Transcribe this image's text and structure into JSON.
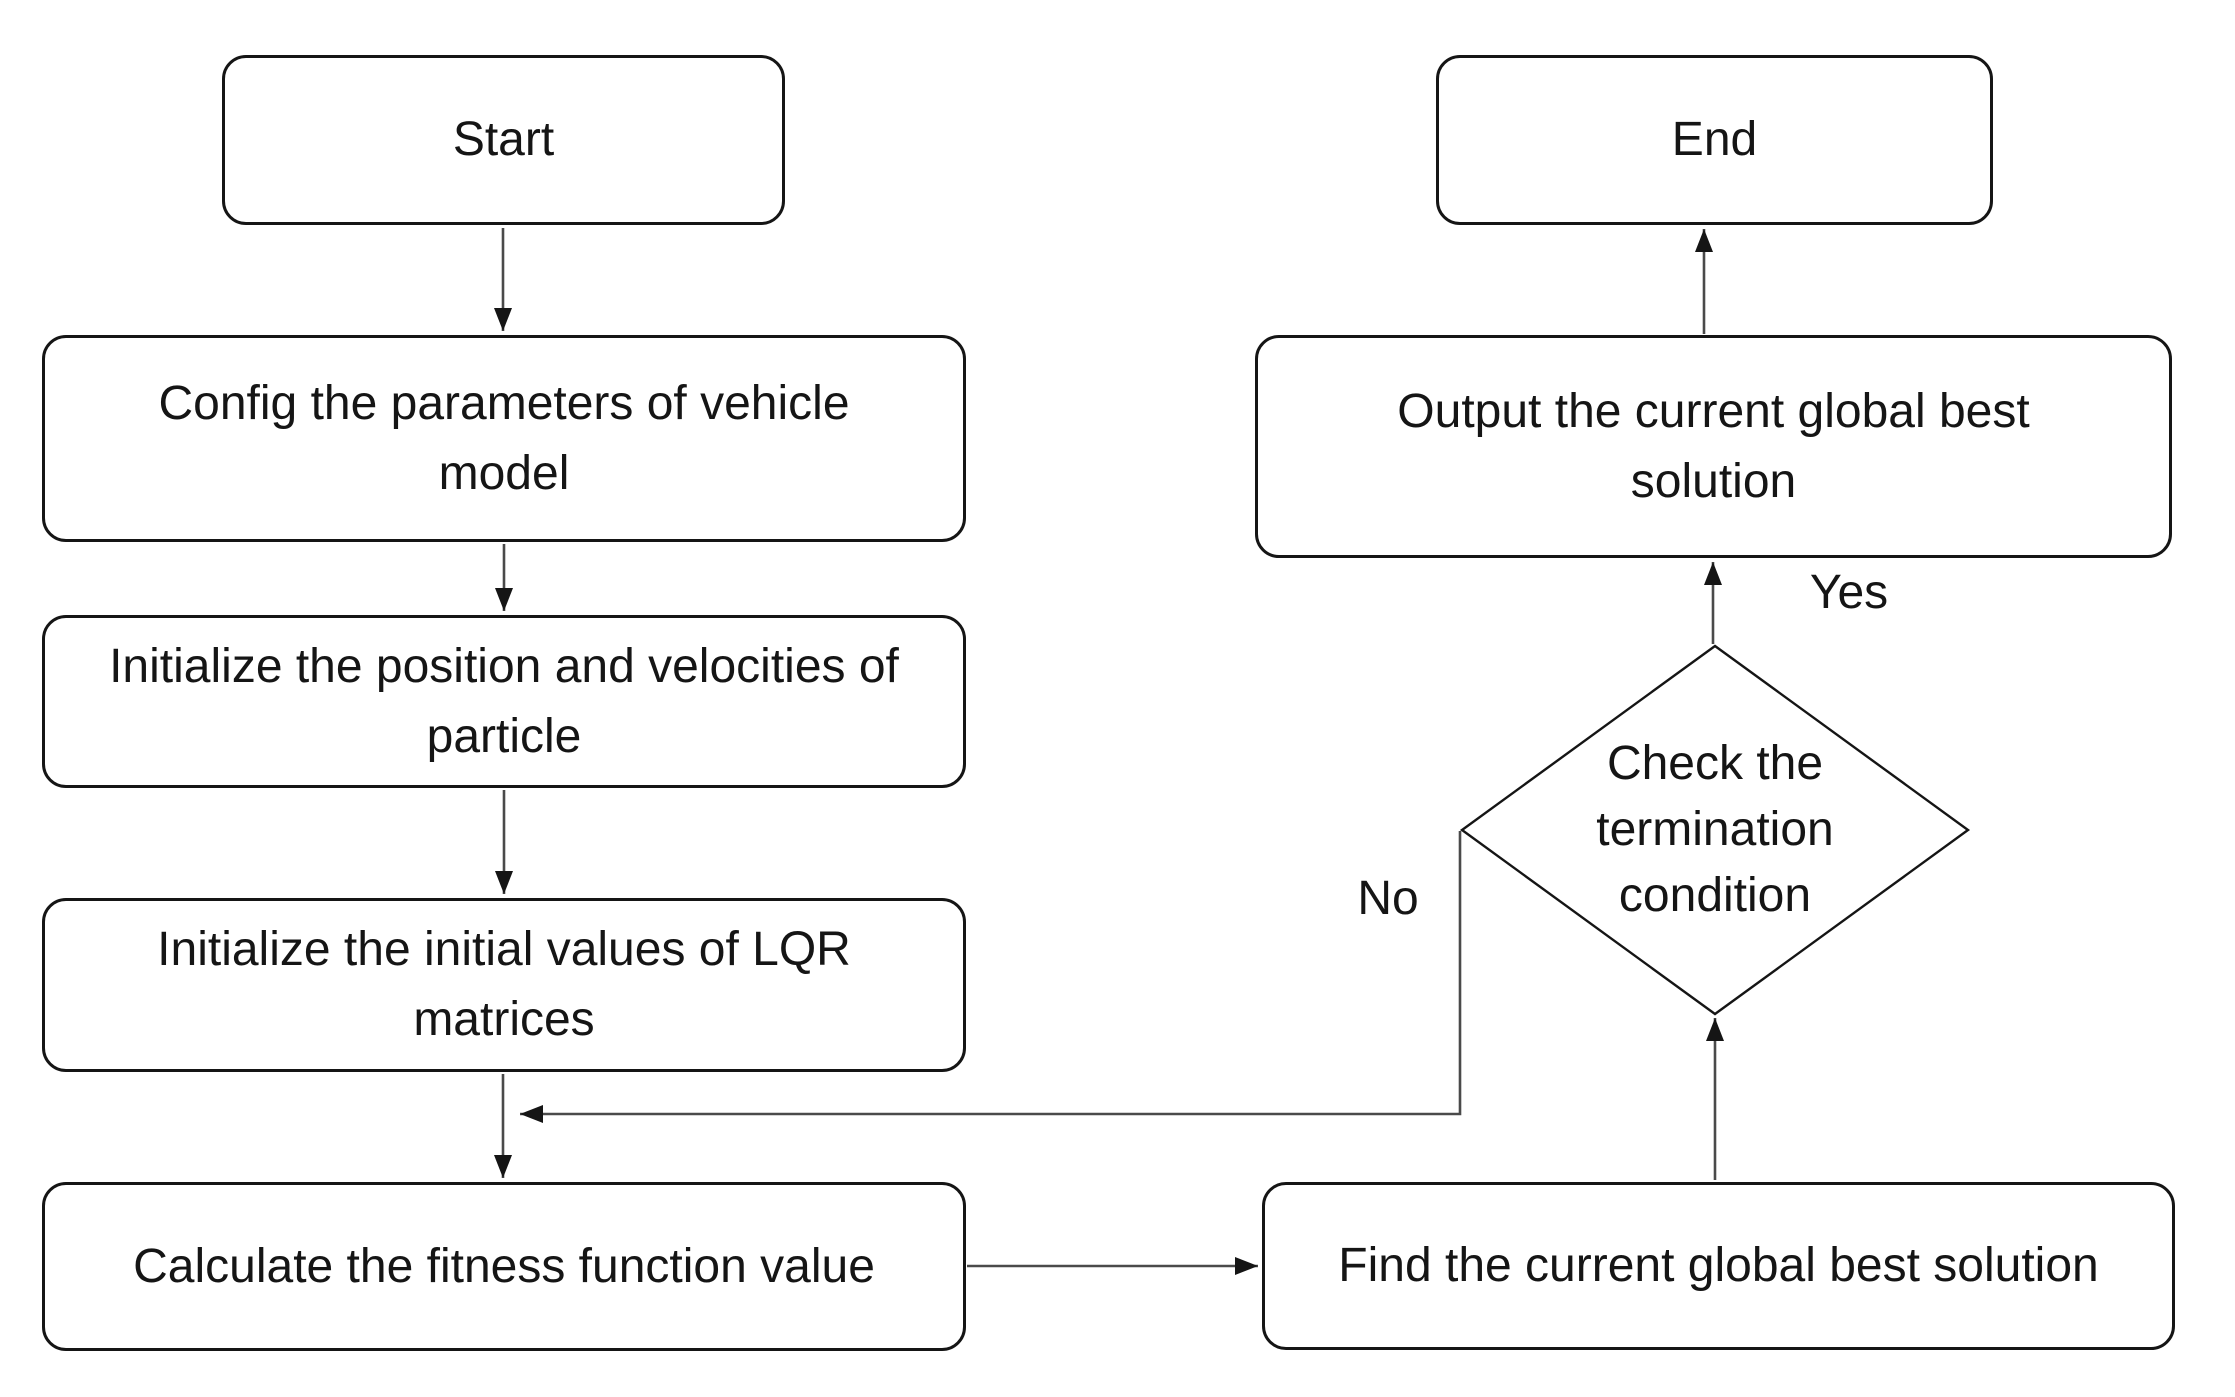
{
  "diagram_type": "flowchart",
  "nodes": {
    "start": {
      "label": "Start",
      "shape": "rounded-rectangle"
    },
    "config_vehicle": {
      "label": "Config the parameters of vehicle model",
      "shape": "rounded-rectangle"
    },
    "init_particles": {
      "label": "Initialize the position and velocities of particle",
      "shape": "rounded-rectangle"
    },
    "init_lqr": {
      "label": "Initialize the initial values of LQR matrices",
      "shape": "rounded-rectangle"
    },
    "calc_fitness": {
      "label": "Calculate the fitness function value",
      "shape": "rounded-rectangle"
    },
    "find_best": {
      "label": "Find the current global best solution",
      "shape": "rounded-rectangle"
    },
    "check_termination": {
      "label": "Check the termination condition",
      "shape": "diamond"
    },
    "output_best": {
      "label": "Output the current global best solution",
      "shape": "rounded-rectangle"
    },
    "end": {
      "label": "End",
      "shape": "rounded-rectangle"
    }
  },
  "edge_labels": {
    "yes": "Yes",
    "no": "No"
  },
  "colors": {
    "background": "#ffffff",
    "node_fill": "#ffffff",
    "node_stroke": "#151515",
    "line": "#4a4a4a",
    "text": "#151515"
  }
}
